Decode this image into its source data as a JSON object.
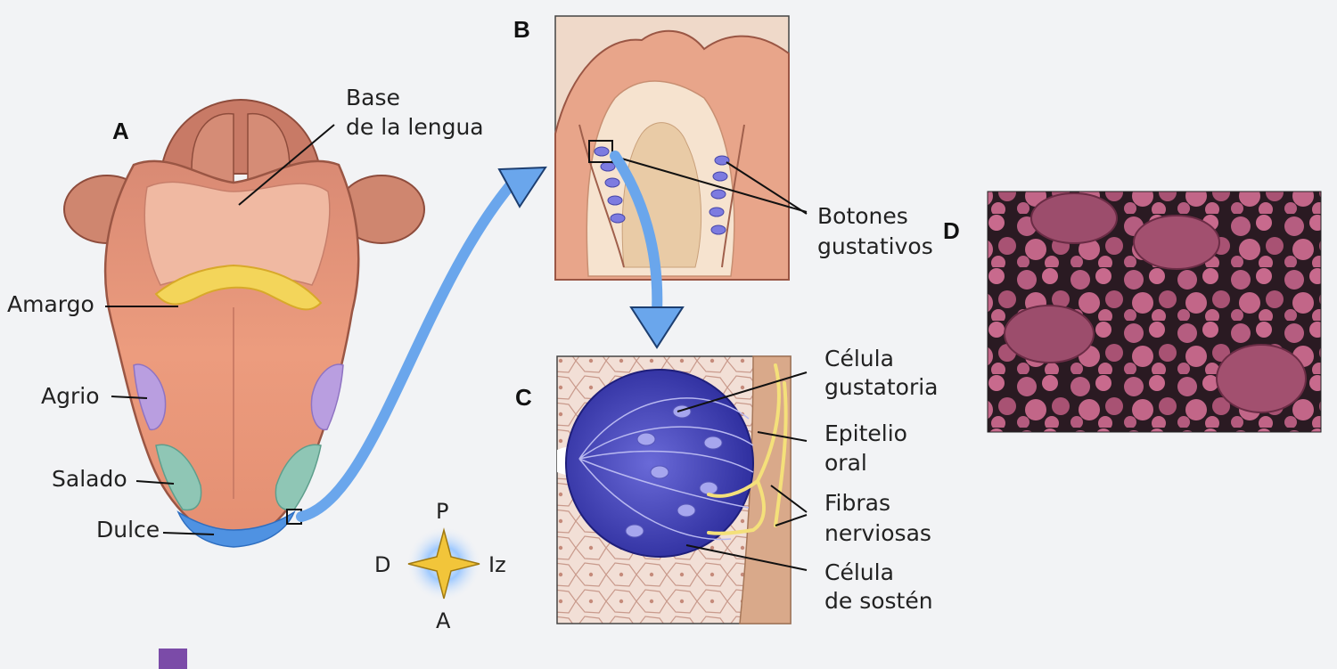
{
  "panels": {
    "a": "A",
    "b": "B",
    "c": "C",
    "d": "D"
  },
  "labels": {
    "base_line1": "Base",
    "base_line2": "de la lengua",
    "amargo": "Amargo",
    "agrio": "Agrio",
    "salado": "Salado",
    "dulce": "Dulce",
    "botones_line1": "Botones",
    "botones_line2": "gustativos",
    "celula_gust_line1": "Célula",
    "celula_gust_line2": "gustatoria",
    "epitelio_line1": "Epitelio",
    "epitelio_line2": "oral",
    "fibras_line1": "Fibras",
    "fibras_line2": "nerviosas",
    "sosten_line1": "Célula",
    "sosten_line2": "de sostén"
  },
  "compass": {
    "top": "P",
    "bottom": "A",
    "left": "D",
    "right": "Iz"
  },
  "colors": {
    "tongue": "#e99a7c",
    "tongue_dark": "#c8705a",
    "bitter": "#f2d25a",
    "sour": "#b49ad8",
    "salty": "#8ec2b2",
    "sweet": "#4a8fe0",
    "arrow": "#5a9be6",
    "bud": "#7b77d8",
    "micrograph": "#b25a7c"
  }
}
